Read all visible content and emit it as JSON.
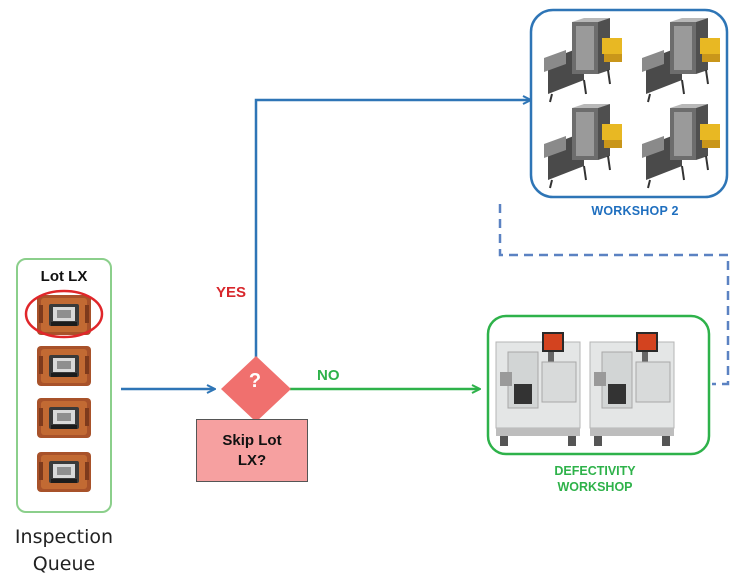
{
  "queue": {
    "lot_label": "Lot LX",
    "caption_line1": "Inspection",
    "caption_line2": "Queue",
    "item_count": 4
  },
  "decision": {
    "symbol": "?",
    "box_line1": "Skip Lot",
    "box_line2": "LX?",
    "yes_label": "YES",
    "no_label": "NO"
  },
  "workshop2": {
    "label": "WORKSHOP 2",
    "machine_count": 4
  },
  "defectivity": {
    "label_line1": "DEFECTIVITY",
    "label_line2": "WORKSHOP",
    "machine_count": 2
  },
  "colors": {
    "blue": "#2e75b6",
    "green": "#2eb24a",
    "red": "#d8262b",
    "diamond": "#f0706e",
    "decision_box": "#f6a0a0"
  }
}
